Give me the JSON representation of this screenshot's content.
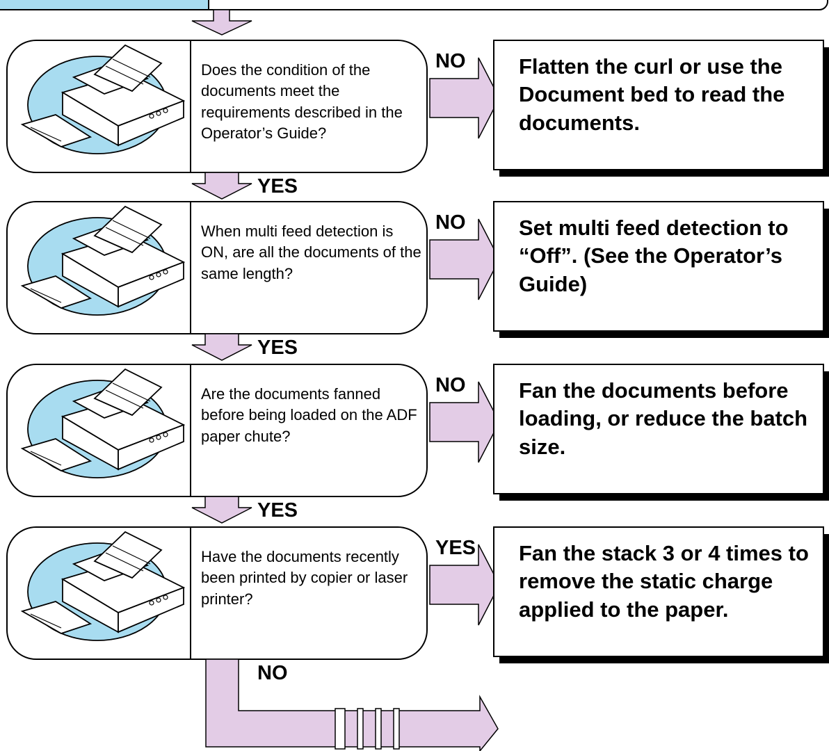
{
  "colors": {
    "arrow_fill": "#e3cce6",
    "scanner_highlight": "#a8dcf0",
    "scanner_body": "#ffffff",
    "stroke": "#000000"
  },
  "steps": [
    {
      "icon": "scanner-icon",
      "question": "Does the condition of the documents meet the requirements described in the Operator’s Guide?",
      "branch_label": "NO",
      "action": "Flatten the curl or use the Document bed to read the documents.",
      "continue_label": "YES"
    },
    {
      "icon": "scanner-icon",
      "question": "When multi feed detection is ON, are all the documents of the same length?",
      "branch_label": "NO",
      "action": "Set multi feed detection to “Off”. (See the Operator’s Guide)",
      "continue_label": "YES"
    },
    {
      "icon": "scanner-icon",
      "question": "Are the documents fanned before being loaded on the ADF paper chute?",
      "branch_label": "NO",
      "action": "Fan the documents before loading, or reduce the batch size.",
      "continue_label": "YES"
    },
    {
      "icon": "scanner-icon",
      "question": "Have the documents recently been printed by copier or laser printer?",
      "branch_label": "YES",
      "action": "Fan the stack 3 or 4 times to remove the static charge applied to the paper.",
      "continue_label": "NO"
    }
  ]
}
